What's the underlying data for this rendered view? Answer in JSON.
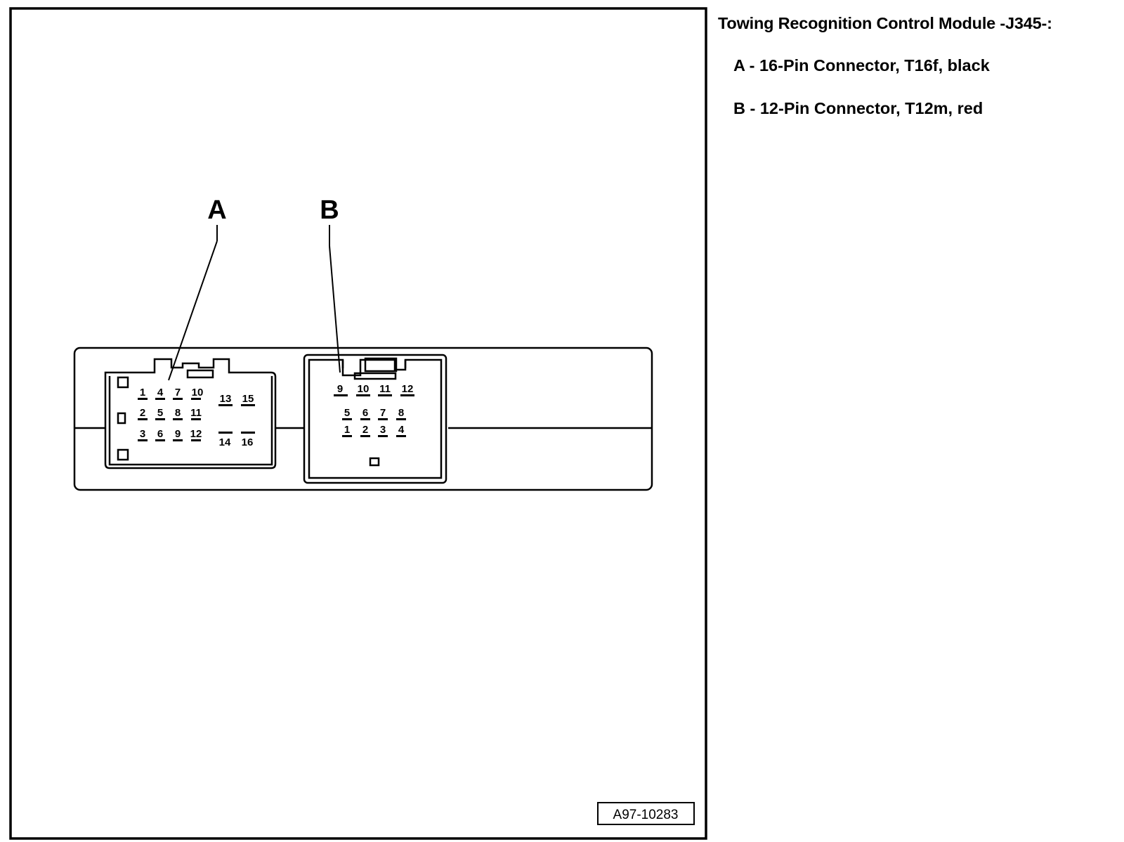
{
  "legend": {
    "title": "Towing Recognition Control Module -J345-:",
    "items": [
      {
        "letter": "A",
        "text": "A - 16-Pin Connector, T16f, black"
      },
      {
        "letter": "B",
        "text": "B - 12-Pin Connector, T12m, red"
      }
    ]
  },
  "diagram": {
    "callouts": [
      "A",
      "B"
    ],
    "figure_id": "A97-10283",
    "connector_a": {
      "pins": [
        "1",
        "2",
        "3",
        "4",
        "5",
        "6",
        "7",
        "8",
        "9",
        "10",
        "11",
        "12",
        "13",
        "14",
        "15",
        "16"
      ]
    },
    "connector_b": {
      "pins": [
        "1",
        "2",
        "3",
        "4",
        "5",
        "6",
        "7",
        "8",
        "9",
        "10",
        "11",
        "12"
      ]
    }
  }
}
